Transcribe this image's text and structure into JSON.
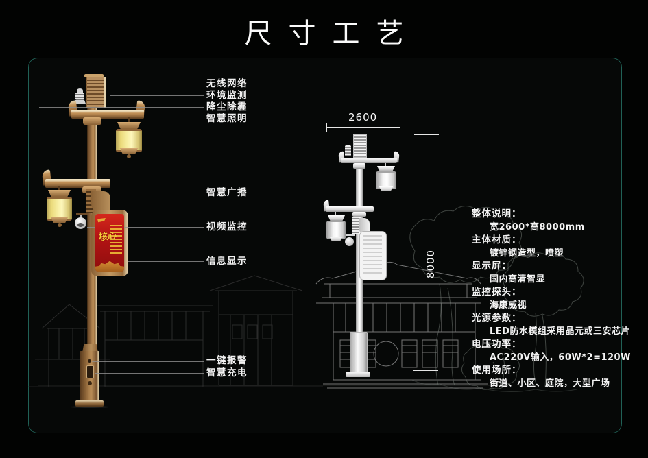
{
  "title": "尺寸工艺",
  "labels": [
    {
      "text": "无线网络"
    },
    {
      "text": "环境监测"
    },
    {
      "text": "降尘除霾"
    },
    {
      "text": "智慧照明"
    },
    {
      "text": "智慧广播"
    },
    {
      "text": "视频监控"
    },
    {
      "text": "信息显示"
    },
    {
      "text": "一键报警"
    },
    {
      "text": "智慧充电"
    }
  ],
  "dimensions": {
    "width": "2600",
    "height": "8000"
  },
  "specs": [
    {
      "heading": "整体说明：",
      "value": "宽2600*高8000mm"
    },
    {
      "heading": "主体材质：",
      "value": "镀锌钢造型，喷塑"
    },
    {
      "heading": "显示屏：",
      "value": "国内高清智显"
    },
    {
      "heading": "监控探头：",
      "value": "海康威视"
    },
    {
      "heading": "光源参数：",
      "value": "LED防水模组采用晶元或三安芯片"
    },
    {
      "heading": "电压功率：",
      "value": "AC220V输入，60W*2=120W"
    },
    {
      "heading": "使用场所：",
      "value": "街道、小区、庭院，大型广场"
    }
  ],
  "display_screen": {
    "poster_text": "核心"
  },
  "colors": {
    "background": "#060807",
    "frame_border": "#206156",
    "pole_brown": "#a87c4c",
    "pole_highlight": "#e4d2ac",
    "lantern_yellow": "#f8efa4",
    "screen_red": "#b41414",
    "poster_gold": "#f0c23c",
    "text_white": "#f2f2f2",
    "leader_grey": "#909090"
  }
}
